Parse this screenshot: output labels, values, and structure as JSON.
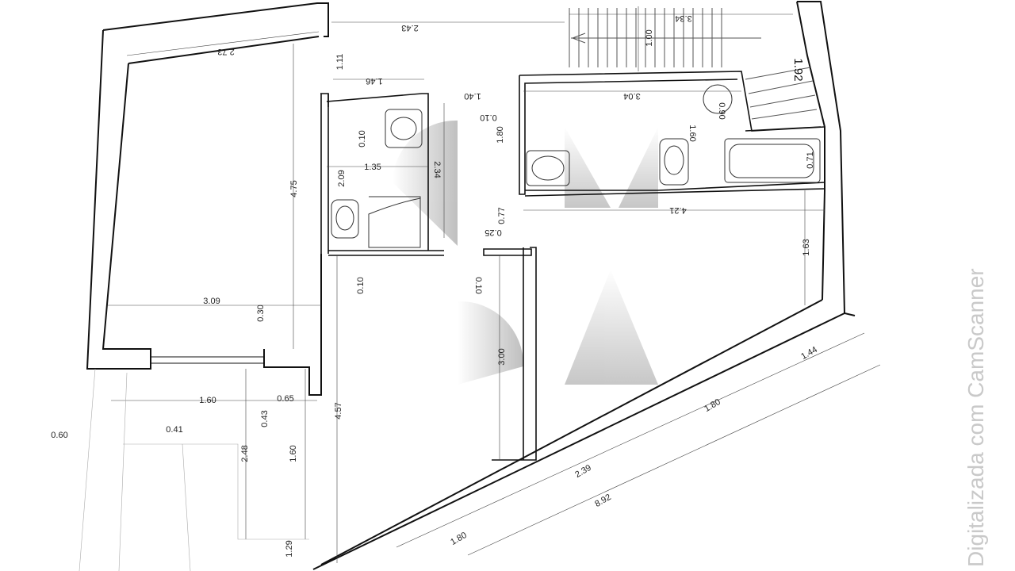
{
  "plan": {
    "dimensions": {
      "d_273": "2.73",
      "d_243": "2.43",
      "d_334": "3.34",
      "d_100": "1.00",
      "d_192": "1.92",
      "d_111": "1.11",
      "d_146": "1.46",
      "d_140": "1.40",
      "d_304": "3.04",
      "d_090": "0.90",
      "d_010_a": "0.10",
      "d_010_b": "0.10",
      "d_010_c": "0.10",
      "d_010_d": "0.10",
      "d_180_v": "1.80",
      "d_160_v": "1.60",
      "d_071": "0.71",
      "d_135": "1.35",
      "d_209": "2.09",
      "d_234": "2.34",
      "d_475": "4.75",
      "d_421": "4.21",
      "d_077": "0.77",
      "d_025": "0.25",
      "d_163": "1.63",
      "d_309": "3.09",
      "d_030": "0.30",
      "d_300": "3.00",
      "d_144": "1.44",
      "d_160_h": "1.60",
      "d_065": "0.65",
      "d_043": "0.43",
      "d_041": "0.41",
      "d_060": "0.60",
      "d_457": "4.57",
      "d_248": "2.48",
      "d_160_v2": "1.60",
      "d_180_diag_a": "1.80",
      "d_239": "2.39",
      "d_892": "8.92",
      "d_180_diag_b": "1.80",
      "d_129": "1.29"
    }
  },
  "watermark": {
    "text": "Digitalizada com CamScanner"
  }
}
